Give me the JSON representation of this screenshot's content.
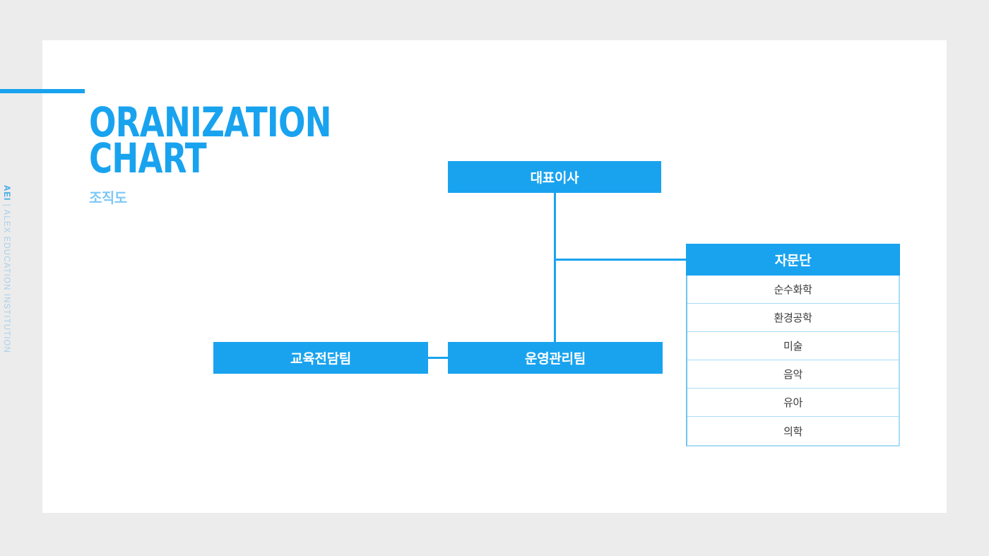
{
  "brand": {
    "abbr": "AEI",
    "separator": " | ",
    "full_name": "ALEX EDUCATION INSTITUTION"
  },
  "title": {
    "main": "ORANIZATION\nCHART",
    "subtitle": "조직도"
  },
  "colors": {
    "accent_blue": "#19a3ef",
    "light_blue": "#7fc8f5",
    "border_blue": "#a9dcf8",
    "canvas": "#ffffff",
    "page_background": "#ececec",
    "item_text": "#3a3a3a"
  },
  "chart_data": {
    "type": "diagram",
    "title": "ORANIZATION CHART",
    "subtitle": "조직도",
    "nodes": [
      {
        "id": "ceo",
        "label": "대표이사",
        "level": 0,
        "style": "filled"
      },
      {
        "id": "ops",
        "label": "운영관리팀",
        "level": 1,
        "style": "filled"
      },
      {
        "id": "edu",
        "label": "교육전담팀",
        "level": 1,
        "style": "filled"
      },
      {
        "id": "advisory",
        "label": "자문단",
        "level": 1,
        "style": "filled-header"
      }
    ],
    "edges": [
      {
        "from": "ceo",
        "to": "ops"
      },
      {
        "from": "ceo",
        "to": "advisory"
      },
      {
        "from": "ops",
        "to": "edu"
      }
    ],
    "advisory_members": [
      "순수화학",
      "환경공학",
      "미술",
      "음악",
      "유아",
      "의학"
    ]
  }
}
